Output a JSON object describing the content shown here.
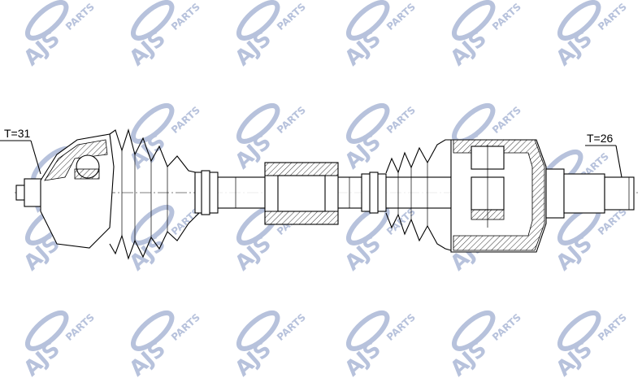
{
  "drawing": {
    "left_label": "T=31",
    "right_label": "T=26"
  },
  "watermark": {
    "brand": "AJS",
    "sub": "PARTS",
    "color": "#b7c2dc"
  }
}
